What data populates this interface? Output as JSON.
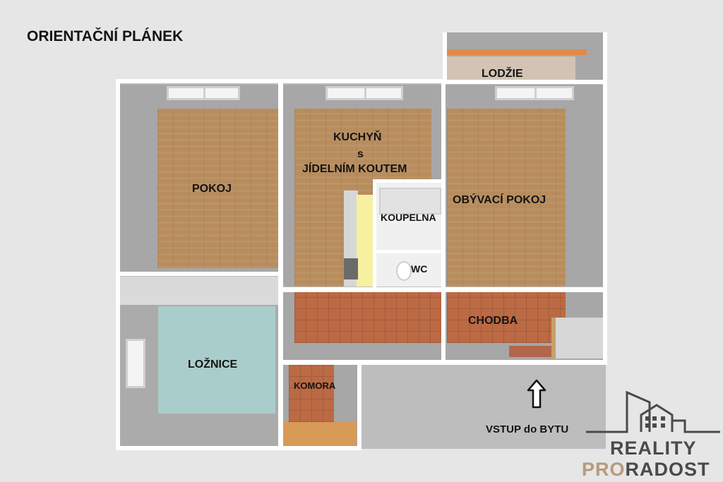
{
  "title": "ORIENTAČNÍ PLÁNEK",
  "rooms": {
    "pokoj": "POKOJ",
    "kitchen_line1": "KUCHYŇ",
    "kitchen_line2": "s",
    "kitchen_line3": "JÍDELNÍM KOUTEM",
    "obyvaci": "OBÝVACÍ POKOJ",
    "lodzie": "LODŽIE",
    "koupelna": "KOUPELNA",
    "wc": "WC",
    "loznice": "LOŽNICE",
    "komora": "KOMORA",
    "chodba": "CHODBA"
  },
  "entrance": {
    "label": "VSTUP do BYTU",
    "icon": "up-arrow-icon"
  },
  "logo": {
    "line1": "REALITY",
    "line2_pro": "PRO",
    "line2_radost": "RADOST",
    "icon": "city-skyline-icon"
  },
  "colors": {
    "background": "#e6e6e6",
    "wall": "#ffffff",
    "wood_floor": "#b88d5e",
    "tile_floor": "#bb6a44",
    "bedroom_floor": "#a9cdca",
    "logo_dark": "#4a4a4a",
    "logo_accent": "#b89a7c"
  }
}
